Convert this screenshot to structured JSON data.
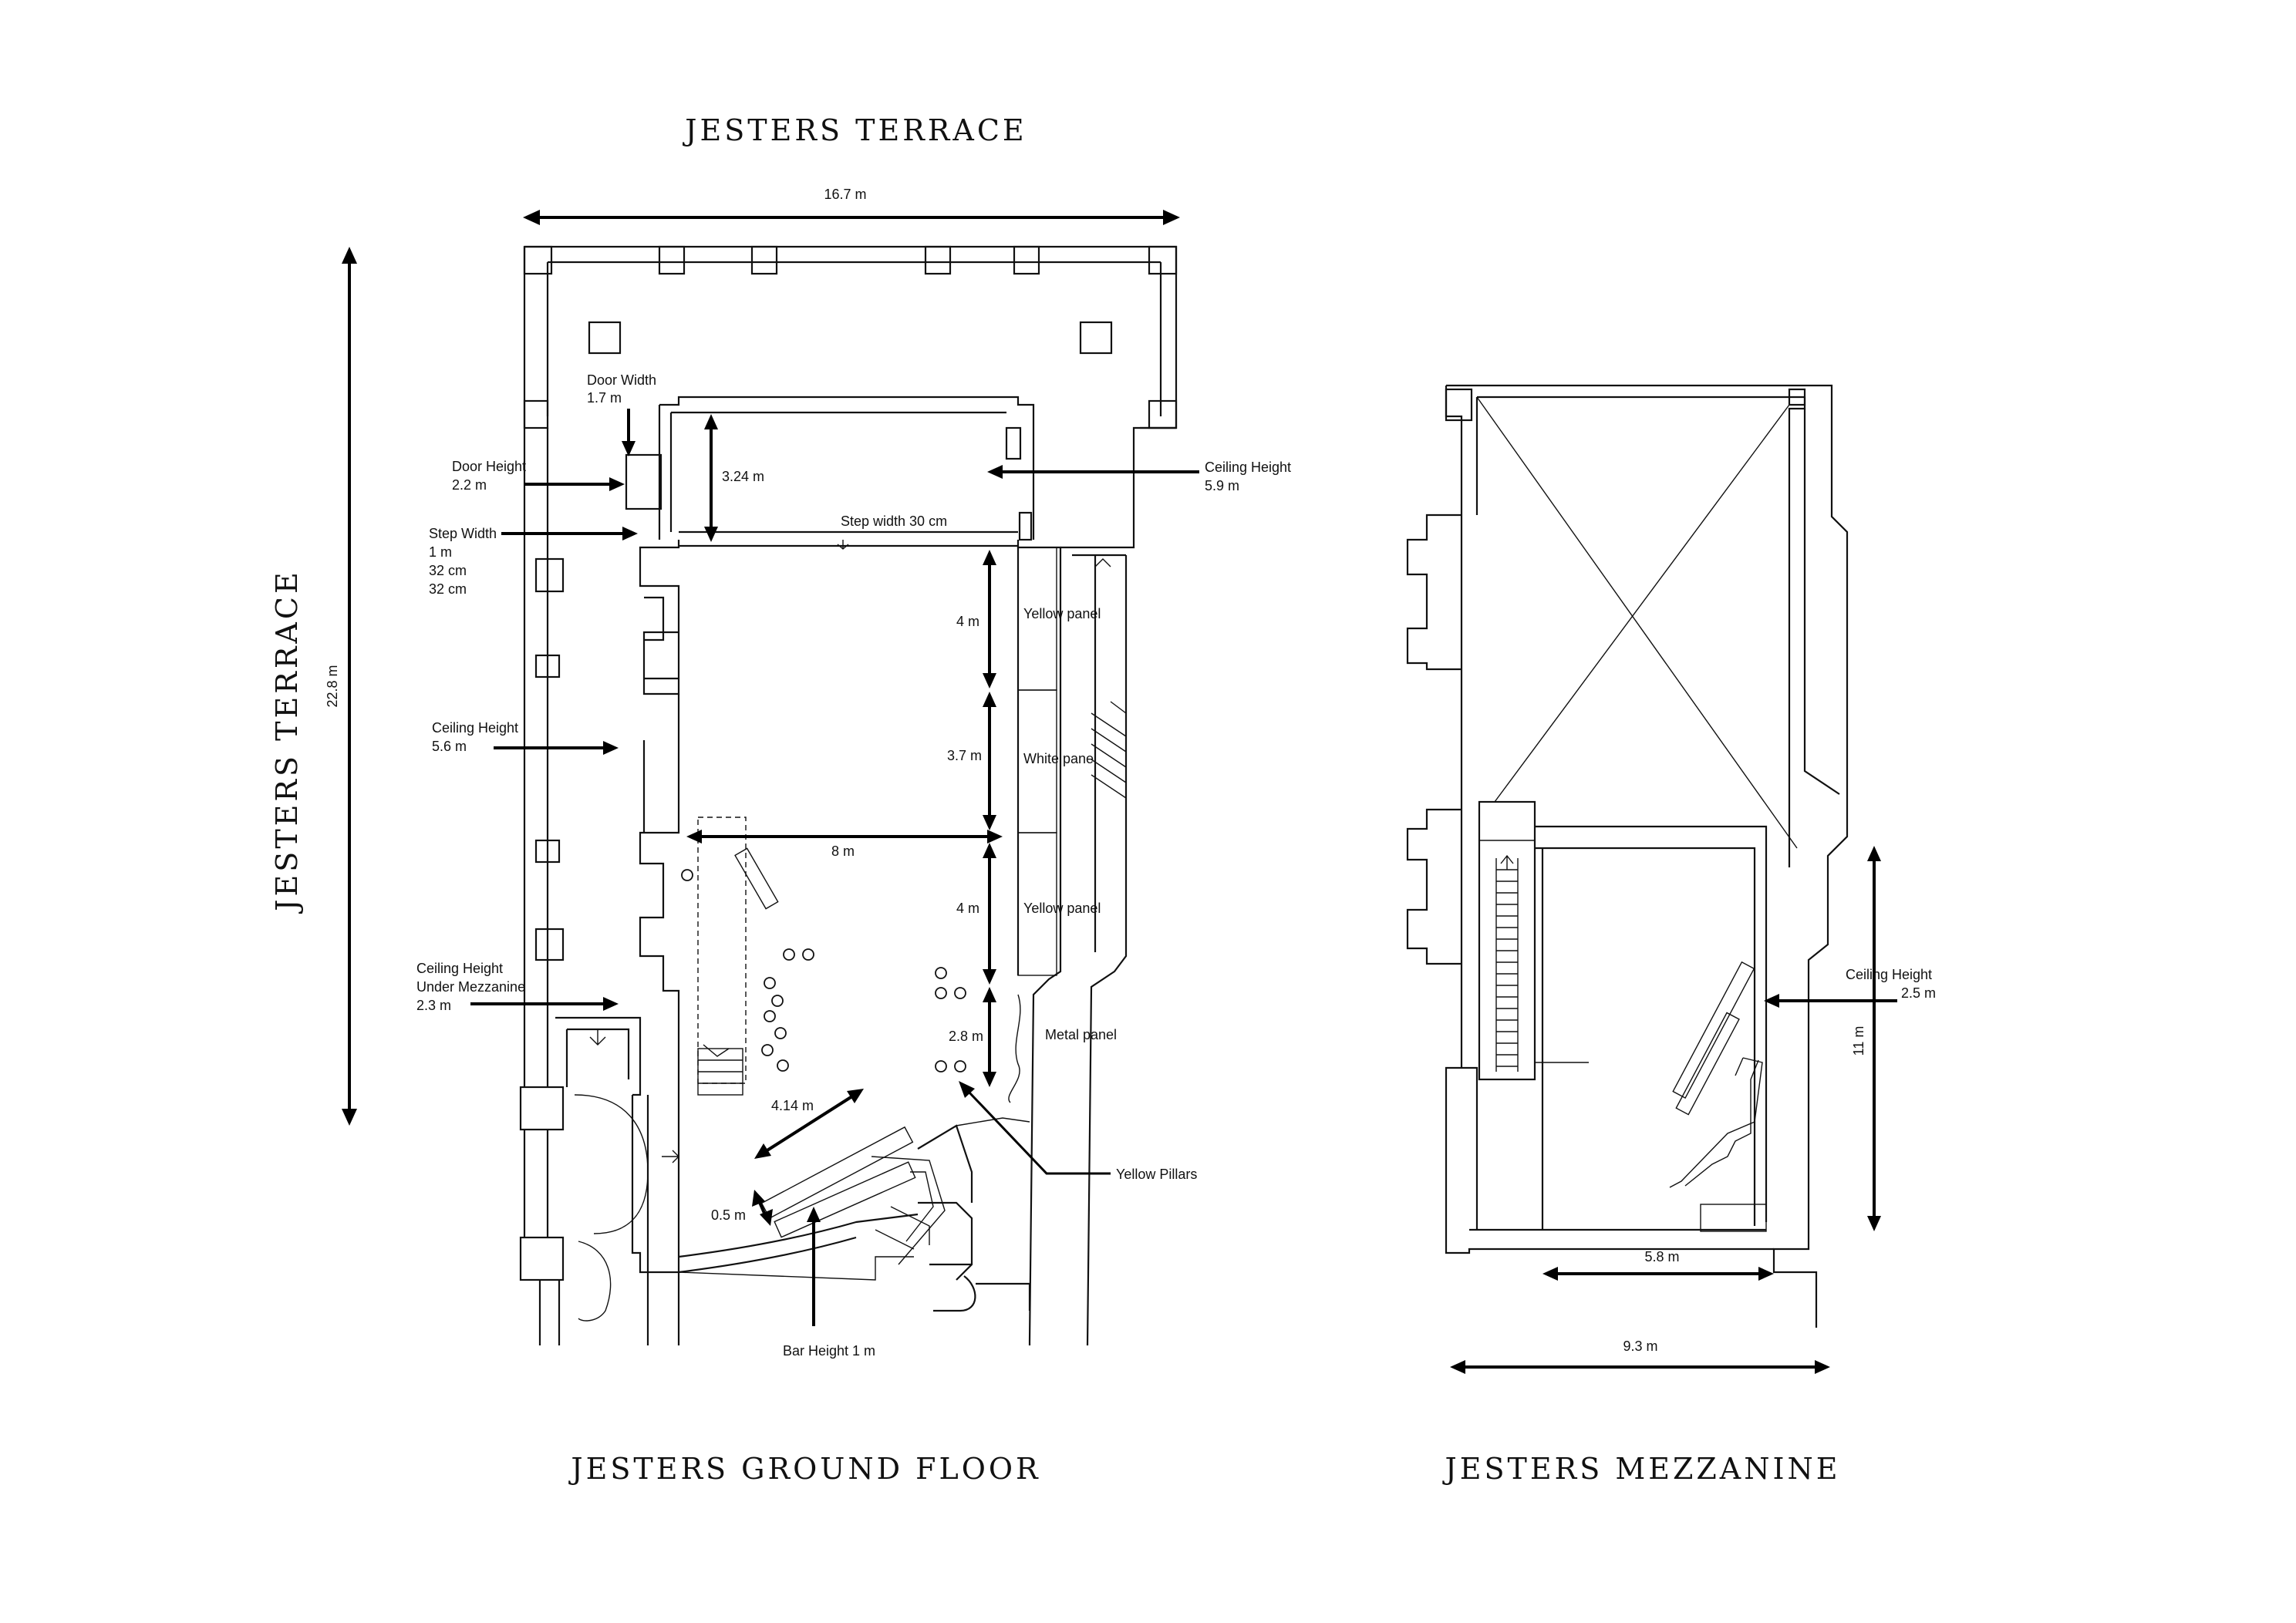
{
  "titles": {
    "terrace_top": "JESTERS TERRACE",
    "terrace_side": "JESTERS TERRACE",
    "ground_floor": "JESTERS GROUND FLOOR",
    "mezzanine": "JESTERS MEZZANINE"
  },
  "ground_floor": {
    "width_dim": "16.7 m",
    "length_dim": "22.8 m",
    "door_width": [
      "Door Width",
      "1.7 m"
    ],
    "door_height": [
      "Door Height",
      "2.2 m"
    ],
    "step_width": [
      "Step Width",
      "1 m",
      "32 cm",
      "32 cm"
    ],
    "ceiling_height_main": [
      "Ceiling Height",
      "5.6 m"
    ],
    "ceiling_height_under_mezz": [
      "Ceiling Height",
      "Under Mezzanine",
      "2.3 m"
    ],
    "ceiling_height_stage": [
      "Ceiling Height",
      "5.9 m"
    ],
    "dim_324": "3.24 m",
    "step_width_30": "Step width 30 cm",
    "dim_4a": "4 m",
    "dim_37": "3.7 m",
    "dim_8": "8 m",
    "dim_4b": "4 m",
    "dim_28": "2.8 m",
    "dim_414": "4.14 m",
    "dim_05": "0.5 m",
    "bar_height": "Bar Height 1 m",
    "yellow_panel_1": "Yellow panel",
    "white_panel": "White panel",
    "yellow_panel_2": "Yellow panel",
    "metal_panel": "Metal panel",
    "yellow_pillars": "Yellow Pillars"
  },
  "mezzanine": {
    "ceiling_height": [
      "Ceiling Height",
      "2.5 m"
    ],
    "dim_11": "11 m",
    "dim_58": "5.8 m",
    "dim_93": "9.3 m"
  }
}
